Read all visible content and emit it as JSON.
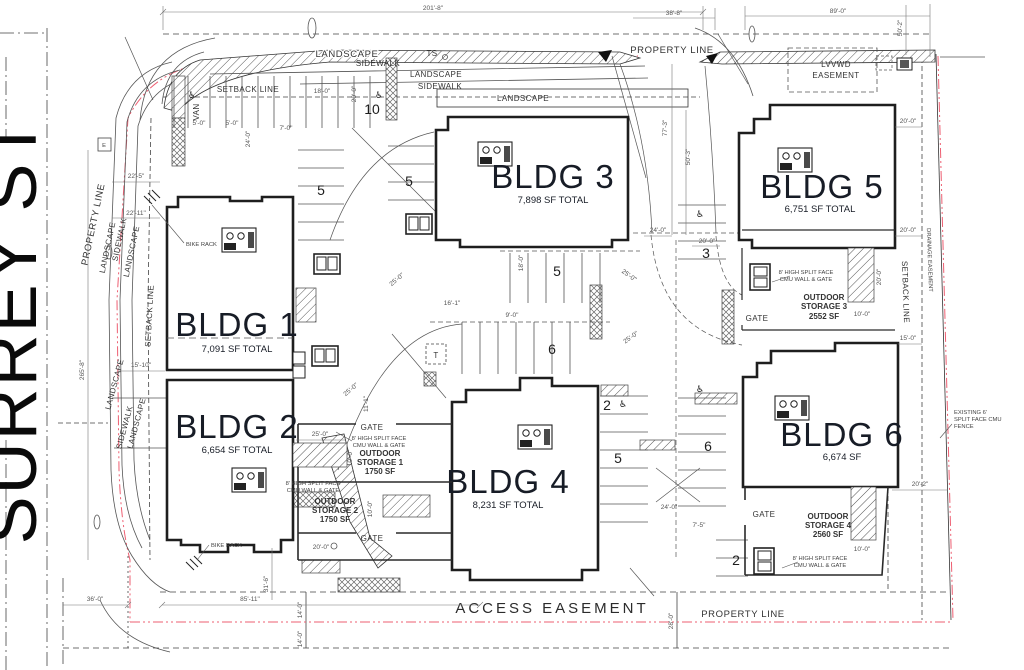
{
  "street": {
    "name": "SURREY ST"
  },
  "buildings": [
    {
      "name": "BLDG 1",
      "area": "7,091 SF TOTAL"
    },
    {
      "name": "BLDG 2",
      "area": "6,654 SF TOTAL"
    },
    {
      "name": "BLDG 3",
      "area": "7,898 SF TOTAL"
    },
    {
      "name": "BLDG 4",
      "area": "8,231 SF TOTAL"
    },
    {
      "name": "BLDG 5",
      "area": "6,751 SF TOTAL"
    },
    {
      "name": "BLDG 6",
      "area": "6,674 SF"
    }
  ],
  "storages": [
    {
      "line1": "OUTDOOR",
      "line2": "STORAGE 1",
      "area": "1750 SF"
    },
    {
      "line1": "OUTDOOR",
      "line2": "STORAGE 2",
      "area": "1750 SF"
    },
    {
      "line1": "OUTDOOR",
      "line2": "STORAGE 3",
      "area": "2552 SF"
    },
    {
      "line1": "OUTDOOR",
      "line2": "STORAGE 4",
      "area": "2560 SF"
    }
  ],
  "labels": {
    "property_line": "PROPERTY LINE",
    "setback_line": "SETBACK LINE",
    "landscape": "LANDSCAPE",
    "sidewalk": "SIDEWALK",
    "access_easement": "ACCESS EASEMENT",
    "lvvwd_line1": "LVVWD",
    "lvvwd_line2": "EASEMENT",
    "drainage_easement": "DRAINAGE EASEMENT",
    "gate": "GATE",
    "bike_rack": "BIKE RACK",
    "van": "VAN",
    "ts": "TS",
    "transformer": "T",
    "electric": "E",
    "cmu_wall_line1": "8' HIGH SPLIT FACE",
    "cmu_wall_line2": "CMU WALL & GATE",
    "fence_line1": "EXISTING 6'",
    "fence_line2": "SPLIT FACE CMU",
    "fence_line3": "FENCE",
    "accessible_symbol": "♿"
  },
  "counts": {
    "c2": "2",
    "c3": "3",
    "c5": "5",
    "c6": "6",
    "c10": "10"
  },
  "dims": {
    "d201_8": "201'-8\"",
    "d38_8": "38'-8\"",
    "d89_0": "89'-0\"",
    "d50_2": "50'-2\"",
    "d77_3": "77'-3\"",
    "d50_3": "50'-3\"",
    "d265_8": "265'-8\"",
    "d85_11": "85'-11\"",
    "d36_0": "36'-0\"",
    "d31_6": "31'-6\"",
    "d28_0": "28'-0\"",
    "d22_5": "22'-5\"",
    "d22_11": "22'-11\"",
    "d15_10": "15'-10\"",
    "d14_0": "14'-0\"",
    "d24_0": "24'-0\"",
    "d25_0": "25'-0\"",
    "d20_0": "20'-0\"",
    "d20_2": "20'-2\"",
    "d18_0": "18'-0\"",
    "d16_1": "16'-1\"",
    "d15_0": "15'-0\"",
    "d11_1": "11'-1\"",
    "d10_0": "10'-0\"",
    "d9_0": "9'-0\"",
    "d7_0": "7'-0\"",
    "d7_5": "7'-5\"",
    "d5_0": "5'-0\""
  },
  "colors": {
    "boundary_red": "#ee5f72",
    "ink": "#2e2e2e"
  }
}
